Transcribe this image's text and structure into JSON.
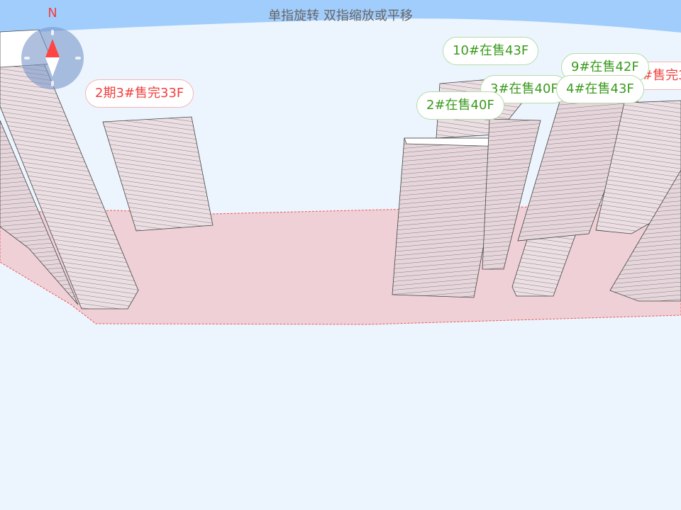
{
  "hint": "单指旋转 双指缩放或平移",
  "compass": {
    "north": "N"
  },
  "labels": [
    {
      "text": "2期3#售完33F",
      "status": "sold"
    },
    {
      "text": "10#在售43F",
      "status": "sale"
    },
    {
      "text": "9#在售42F",
      "status": "sale"
    },
    {
      "text": "#售完3",
      "status": "sold"
    },
    {
      "text": "3#在售40F",
      "status": "sale"
    },
    {
      "text": "4#在售43F",
      "status": "sale"
    },
    {
      "text": "2#在售40F",
      "status": "sale"
    }
  ],
  "colors": {
    "sky": "#a1cdfc",
    "ground": "#efd0d6",
    "sold": "#f04040",
    "sale": "#3a9a1c"
  }
}
